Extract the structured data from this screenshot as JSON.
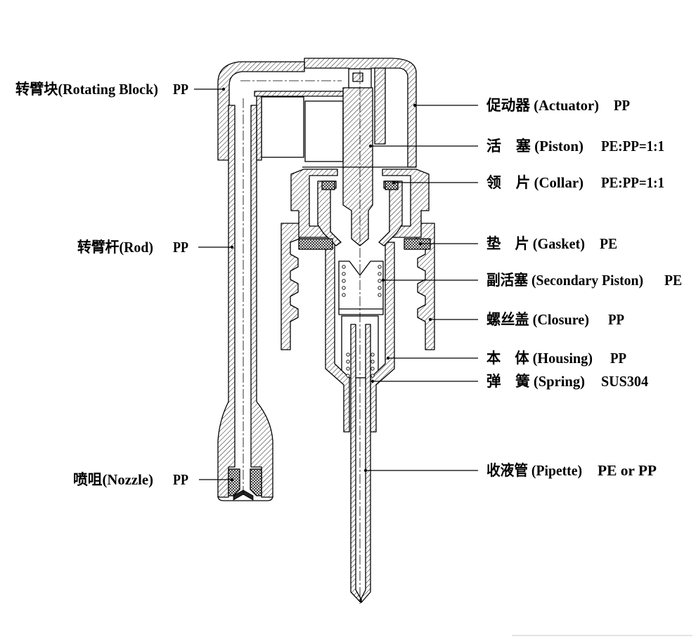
{
  "labels": {
    "left": [
      {
        "name": "转臂块(Rotating Block)",
        "material": "PP"
      },
      {
        "name": "转臂杆(Rod)",
        "material": "PP"
      },
      {
        "name": "喷咀(Nozzle)",
        "material": "PP"
      }
    ],
    "right": [
      {
        "name": "促动器 (Actuator)",
        "material": "PP"
      },
      {
        "name": "活　塞 (Piston)",
        "material": "PE:PP=1:1"
      },
      {
        "name": "领　片 (Collar)",
        "material": "PE:PP=1:1"
      },
      {
        "name": "垫　片 (Gasket)",
        "material": "PE"
      },
      {
        "name": "副活塞 (Secondary Piston)",
        "material": "PE"
      },
      {
        "name": "螺丝盖 (Closure)",
        "material": "PP"
      },
      {
        "name": "本　体 (Housing)",
        "material": "PP"
      },
      {
        "name": "弹　簧 (Spring)",
        "material": "SUS304"
      },
      {
        "name": "收液管 (Pipette)",
        "material": "PE or PP"
      }
    ]
  },
  "colors": {
    "ink": "#000000",
    "background": "#ffffff",
    "rule": "#c8c8c8"
  }
}
